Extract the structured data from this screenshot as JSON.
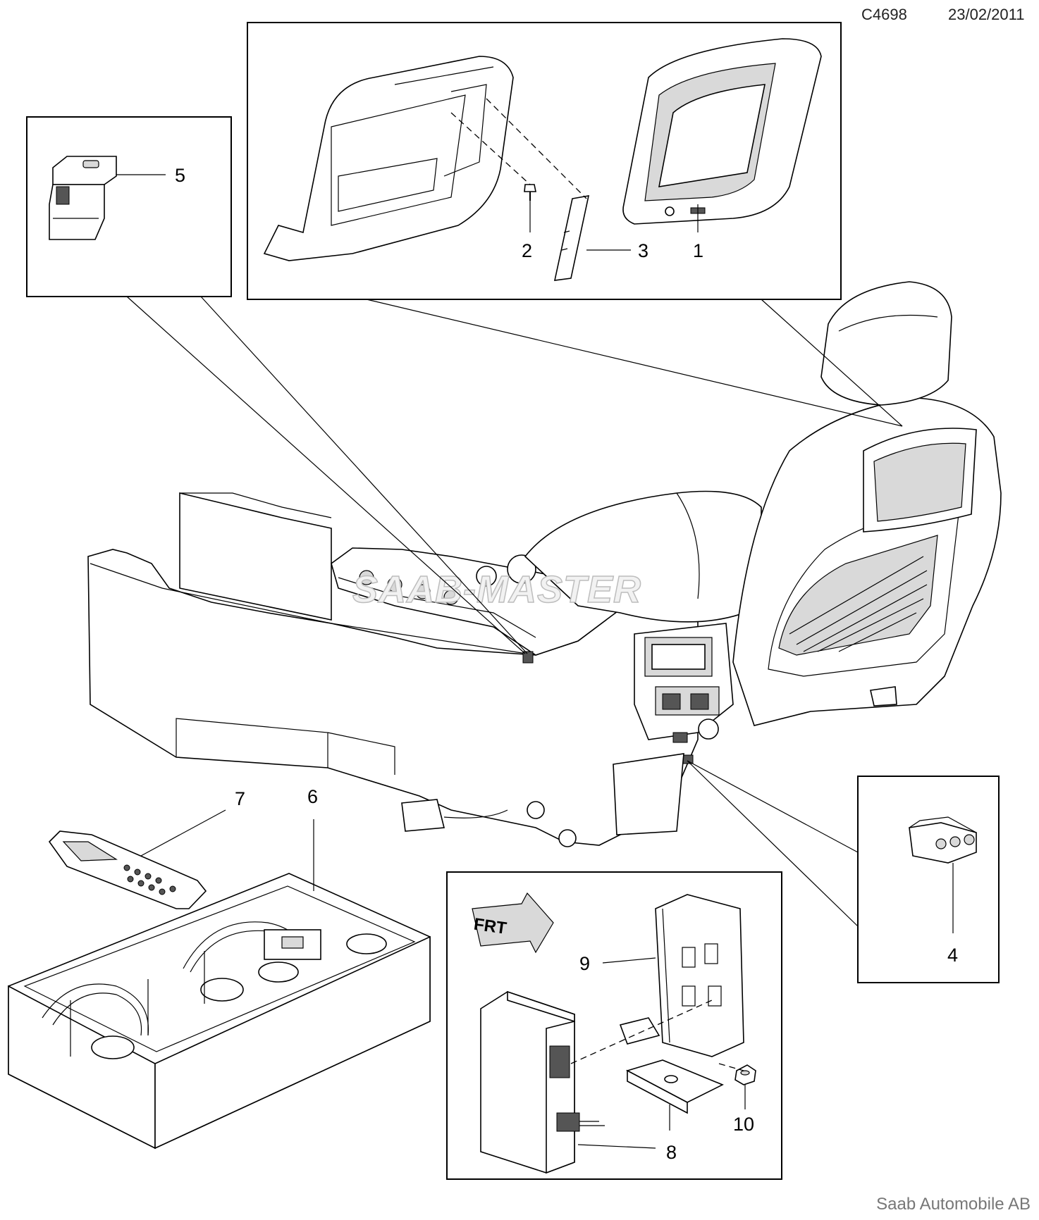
{
  "header": {
    "drawing_id": "C4698",
    "date": "23/02/2011"
  },
  "footer": {
    "company": "Saab Automobile AB"
  },
  "watermark": {
    "text": "SAAB-MASTER"
  },
  "labels": {
    "p1": "1",
    "p2": "2",
    "p3": "3",
    "p4": "4",
    "p5": "5",
    "p6": "6",
    "p7": "7",
    "p8": "8",
    "p9": "9",
    "p10": "10"
  },
  "frt_arrow": {
    "text": "FRT"
  }
}
